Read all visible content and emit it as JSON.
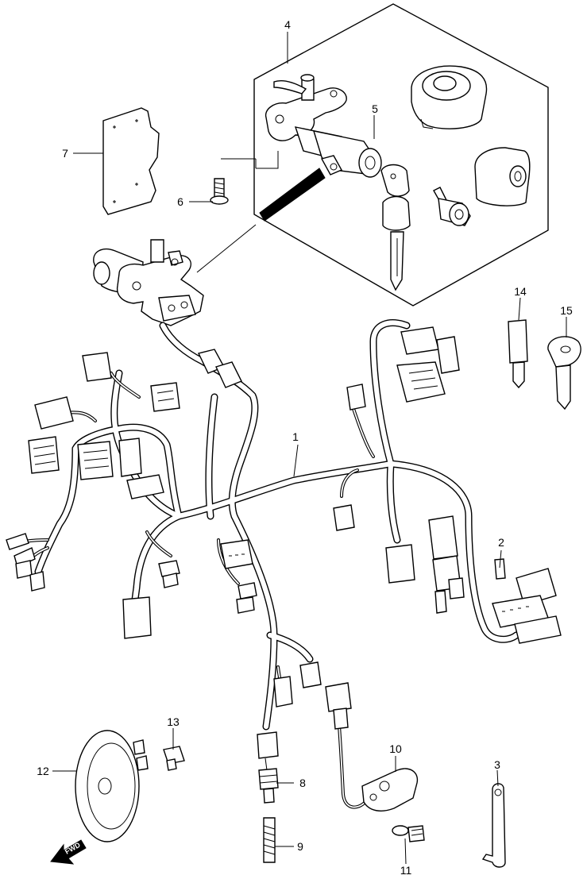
{
  "diagram": {
    "callouts": [
      "1",
      "2",
      "3",
      "4",
      "5",
      "6",
      "7",
      "8",
      "9",
      "10",
      "11",
      "12",
      "13",
      "14",
      "15"
    ],
    "direction_arrow": {
      "label": "FWD"
    }
  }
}
